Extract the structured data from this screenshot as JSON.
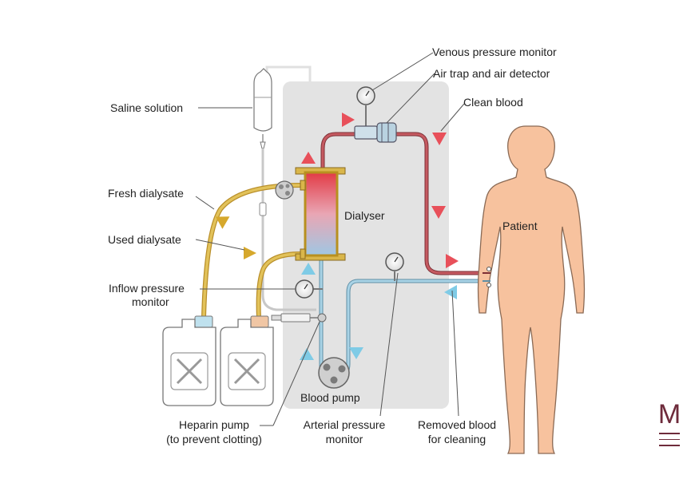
{
  "labels": {
    "venous": "Venous pressure monitor",
    "air_trap": "Air trap and air detector",
    "clean_blood": "Clean blood",
    "saline": "Saline solution",
    "fresh_dialysate": "Fresh dialysate",
    "used_dialysate": "Used dialysate",
    "inflow_line1": "Inflow pressure",
    "inflow_line2": "monitor",
    "dialyser": "Dialyser",
    "patient": "Patient",
    "blood_pump": "Blood pump",
    "heparin_line1": "Heparin pump",
    "heparin_line2": "(to prevent clotting)",
    "arterial_line1": "Arterial pressure",
    "arterial_line2": "monitor",
    "removed_line1": "Removed blood",
    "removed_line2": "for cleaning"
  },
  "brand": {
    "letter": "M"
  },
  "colors": {
    "panel": "#e3e3e3",
    "clean_blood": "#b8474d",
    "removed_blood": "#8fbfd6",
    "dialysate": "#d9b64a",
    "patient_fill": "#f7c29e",
    "patient_stroke": "#8a6a55",
    "arrow_red": "#e8505a",
    "arrow_blue": "#7fcbe6",
    "arrow_gold": "#d6a82c"
  }
}
